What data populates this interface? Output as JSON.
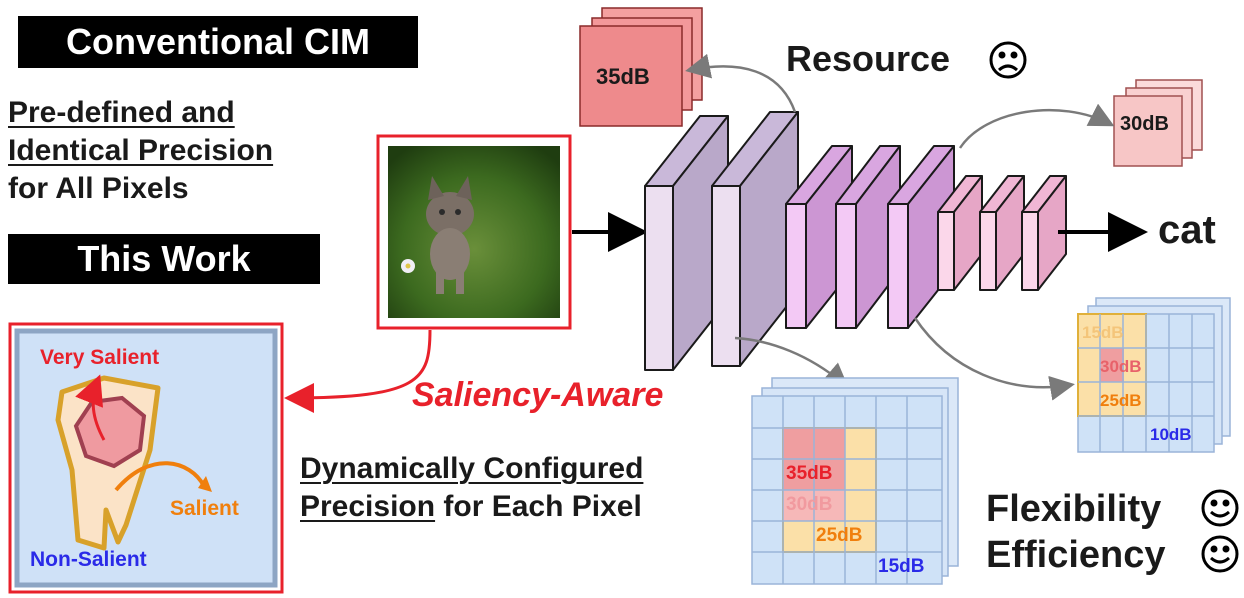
{
  "conventional": {
    "title": "Conventional CIM",
    "desc_line1": "Pre-defined and",
    "desc_line2": "Identical Precision",
    "desc_line3": "for All Pixels"
  },
  "this_work": {
    "title": "This Work",
    "saliency_aware": "Saliency-Aware",
    "desc_line1_ul": "Dynamically Configured",
    "desc_line2_ul": "Precision",
    "desc_line2_rest": " for Each Pixel"
  },
  "saliency_map": {
    "very_salient": "Very Salient",
    "salient": "Salient",
    "non_salient": "Non-Salient"
  },
  "network": {
    "output_label": "cat",
    "resource_label": "Resource",
    "top_left_db": "35dB",
    "top_right_db": "30dB"
  },
  "grid_left": {
    "l1": "35dB",
    "l2": "30dB",
    "l3": "25dB",
    "l4": "15dB"
  },
  "grid_right": {
    "l1": "15dB",
    "l2": "30dB",
    "l3": "25dB",
    "l4": "10dB"
  },
  "merits": {
    "flexibility": "Flexibility",
    "efficiency": "Efficiency"
  },
  "colors": {
    "red": "#e8212b",
    "orange": "#f07f0d",
    "blue": "#2a2ae8",
    "grid_blue": "#cfe2f7"
  }
}
